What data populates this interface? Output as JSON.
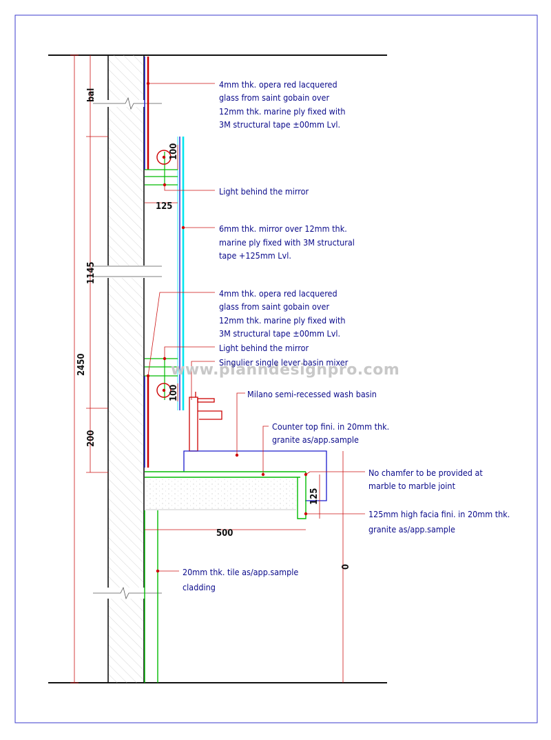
{
  "watermark": "www.planndesignpro.com",
  "notes": {
    "top_glass": [
      "4mm thk. opera red lacquered",
      "glass from saint gobain over",
      "12mm thk. marine ply fixed with",
      "3M structural tape     ±00mm Lvl."
    ],
    "light_upper": "Light behind the mirror",
    "mirror": [
      "6mm thk. mirror over 12mm thk.",
      "marine ply fixed with 3M structural",
      "tape         +125mm Lvl."
    ],
    "lower_glass": [
      "4mm thk. opera red lacquered",
      "glass from saint gobain over",
      "12mm thk. marine ply fixed with",
      "3M structural tape     ±00mm Lvl."
    ],
    "light_lower": "Light behind the mirror",
    "mixer": "Singulier single lever basin mixer",
    "basin": "Milano semi-recessed wash basin",
    "counter": [
      "Counter top fini. in 20mm thk.",
      "granite as/app.sample"
    ],
    "chamfer": [
      "No chamfer to be provided at",
      "marble to marble joint"
    ],
    "facia": [
      "125mm high facia fini. in 20mm thk.",
      "granite as/app.sample"
    ],
    "tile": [
      "20mm thk. tile as/app.sample",
      "cladding"
    ]
  },
  "dimensions": {
    "total_height": "2450",
    "bal": "bal",
    "upper_span": "1145",
    "lower_span": "200",
    "light_gap_upper": "100",
    "light_gap_lower": "100",
    "mirror_offset": "125",
    "facia_height": "125",
    "counter_depth": "500",
    "floor_level": "0"
  },
  "colors": {
    "border": "#3a3acc",
    "wall": "#111111",
    "hatch": "#b0b0b0",
    "red_glass": "#cc0000",
    "leader": "#cc1111",
    "mirror": "#00e5ee",
    "blue_panel": "#1a1acc",
    "green_granite": "#00bb00",
    "text": "#0a0a8a"
  }
}
